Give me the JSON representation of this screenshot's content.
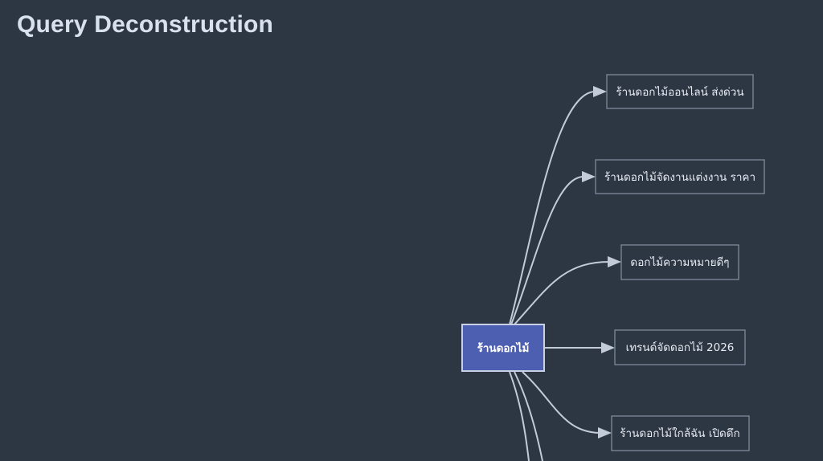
{
  "title": "Query Deconstruction",
  "colors": {
    "background": "#2d3643",
    "root_fill": "#4c5fb0",
    "edge": "#c3cad8",
    "node_border": "#8791a3"
  },
  "root": {
    "label": "ร้านดอกไม้"
  },
  "children": [
    {
      "label": "ร้านดอกไม้ออนไลน์ ส่งด่วน"
    },
    {
      "label": "ร้านดอกไม้จัดงานแต่งงาน ราคา"
    },
    {
      "label": "ดอกไม้ความหมายดีๆ"
    },
    {
      "label": "เทรนด์จัดดอกไม้ 2026"
    },
    {
      "label": "ร้านดอกไม้ใกล้ฉัน เปิดดึก"
    }
  ]
}
